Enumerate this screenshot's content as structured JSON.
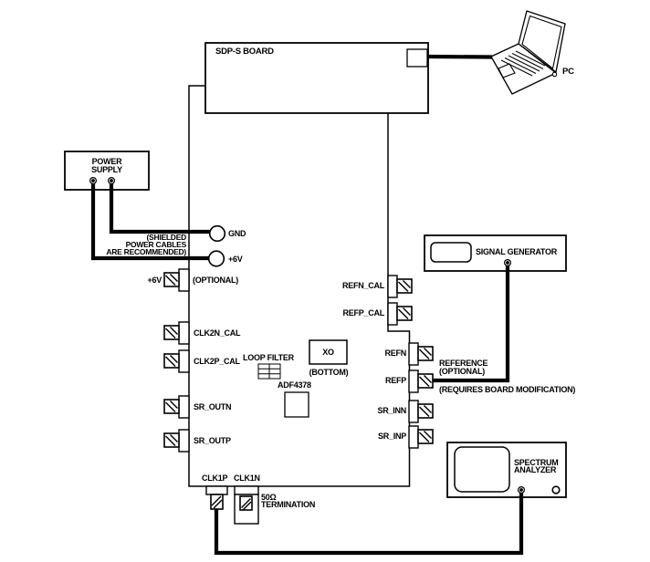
{
  "diagram": {
    "title_note": "evaluation setup block diagram",
    "sdp_board": {
      "label": "SDP-S BOARD"
    },
    "pc": {
      "label": "PC"
    },
    "power_supply": {
      "line1": "POWER",
      "line2": "SUPPLY"
    },
    "signal_generator": {
      "label": "SIGNAL GENERATOR"
    },
    "spectrum_analyzer": {
      "line1": "SPECTRUM",
      "line2": "ANALYZER"
    },
    "power_note": {
      "line1": "(SHIELDED",
      "line2": "POWER CABLES",
      "line3": "ARE RECOMMENDED)"
    },
    "test_points": {
      "gnd": "GND",
      "plus6v": "+6V"
    },
    "connectors": {
      "plus6v": "+6V",
      "plus6v_note": "(OPTIONAL)",
      "clk2n_cal": "CLK2N_CAL",
      "clk2p_cal": "CLK2P_CAL",
      "sr_outn": "SR_OUTN",
      "sr_outp": "SR_OUTP",
      "refn_cal": "REFN_CAL",
      "refp_cal": "REFP_CAL",
      "refn": "REFN",
      "refp": "REFP",
      "sr_inn": "SR_INN",
      "sr_inp": "SR_INP",
      "clk1p": "CLK1P",
      "clk1n": "CLK1N"
    },
    "components": {
      "loop_filter": "LOOP FILTER",
      "xo": "XO",
      "xo_note": "(BOTTOM)",
      "pll": "ADF4378"
    },
    "notes": {
      "termination_line1": "50Ω",
      "termination_line2": "TERMINATION",
      "reference_line1": "REFERENCE",
      "reference_line2": "(OPTIONAL)",
      "reference_line3": "(REQUIRES BOARD MODIFICATION)"
    },
    "colors": {
      "line": "#000000",
      "background": "#ffffff"
    }
  }
}
